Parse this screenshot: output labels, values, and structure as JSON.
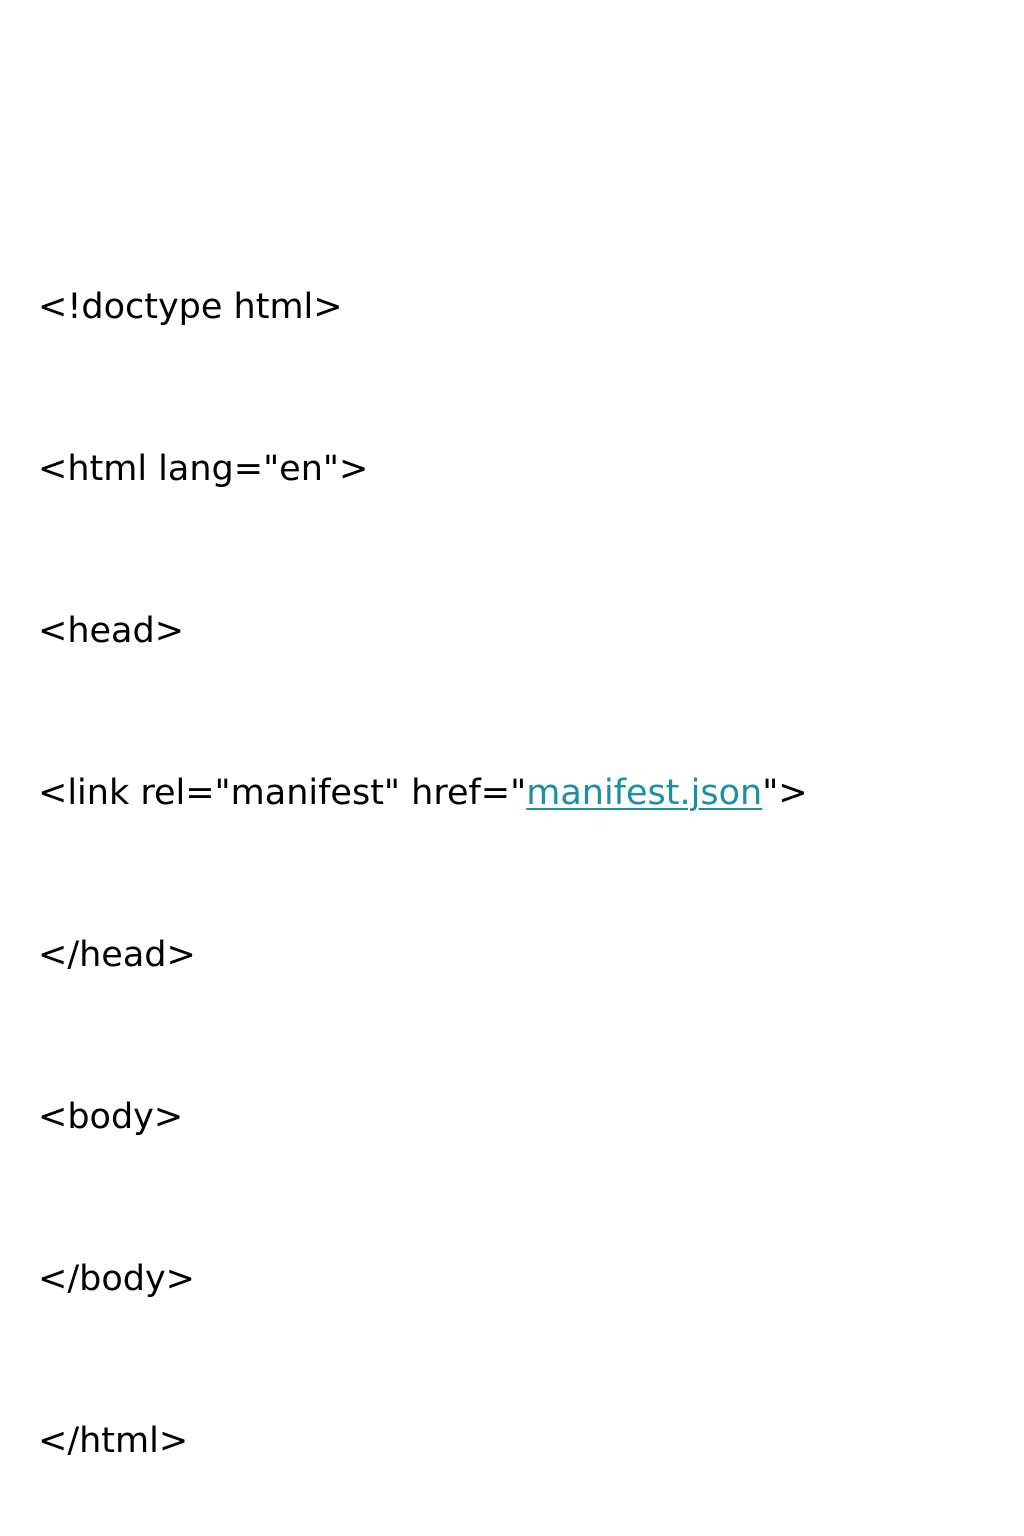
{
  "code": {
    "line1": "<!doctype html>",
    "line2": "<html lang=\"en\">",
    "line3": "<head>",
    "line4_before": "<link rel=\"manifest\" href=\"",
    "line4_link": "manifest.json",
    "line4_after": "\">",
    "line5": "</head>",
    "line6": "<body>",
    "line7": "</body>",
    "line8": "</html>"
  },
  "colors": {
    "text": "#000000",
    "link": "#1a8fa5",
    "background": "#ffffff"
  }
}
